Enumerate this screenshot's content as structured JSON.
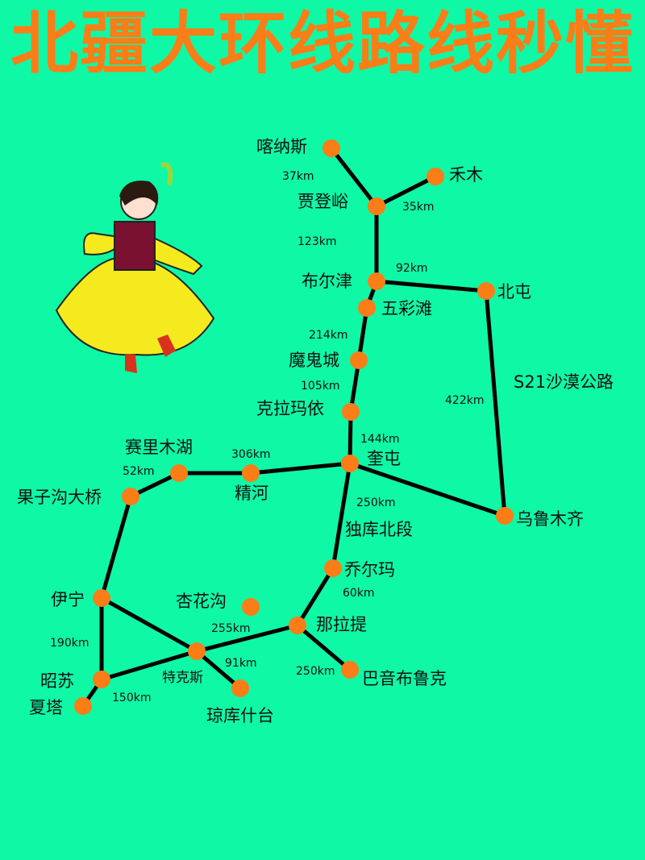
{
  "title": "北疆大环线路线秒懂",
  "colors": {
    "background": "#0ef8a6",
    "title": "#fb7d17",
    "node": "#fb7d17",
    "route": "#000000"
  },
  "places": {
    "kanas": "喀纳斯",
    "hemu": "禾木",
    "jiadengyu": "贾登峪",
    "burqin": "布尔津",
    "beitun": "北屯",
    "wucaitan": "五彩滩",
    "moguicheng": "魔鬼城",
    "karamay": "克拉玛依",
    "kuitun": "奎屯",
    "sayram": "赛里木湖",
    "jinghe": "精河",
    "guozigou": "果子沟大桥",
    "urumqi": "乌鲁木齐",
    "qiaoerma": "乔尔玛",
    "yining": "伊宁",
    "xinghuagou": "杏花沟",
    "nalati": "那拉提",
    "tekes": "特克斯",
    "bayinbuluke": "巴音布鲁克",
    "zhaosu": "昭苏",
    "xiata": "夏塔",
    "qiongkushitai": "琼库什台"
  },
  "routes": {
    "s21": "S21沙漠公路",
    "duku_north": "独库北段"
  },
  "distances": {
    "kanas_jiadengyu": "37km",
    "hemu_jiadengyu": "35km",
    "jiadengyu_burqin": "123km",
    "burqin_beitun": "92km",
    "wucaitan_moguicheng": "214km",
    "moguicheng_karamay": "105km",
    "karamay_kuitun": "144km",
    "beitun_urumqi": "422km",
    "kuitun_jinghe": "306km",
    "sayram_guozigou": "52km",
    "kuitun_qiaoerma": "250km",
    "qiaoerma_nalati": "60km",
    "nalati_tekes": "255km",
    "nalati_bayinbuluke": "250km",
    "yining_zhaosu": "190km",
    "tekes_qiongkushitai": "91km",
    "zhaosu_tekes": "150km"
  }
}
